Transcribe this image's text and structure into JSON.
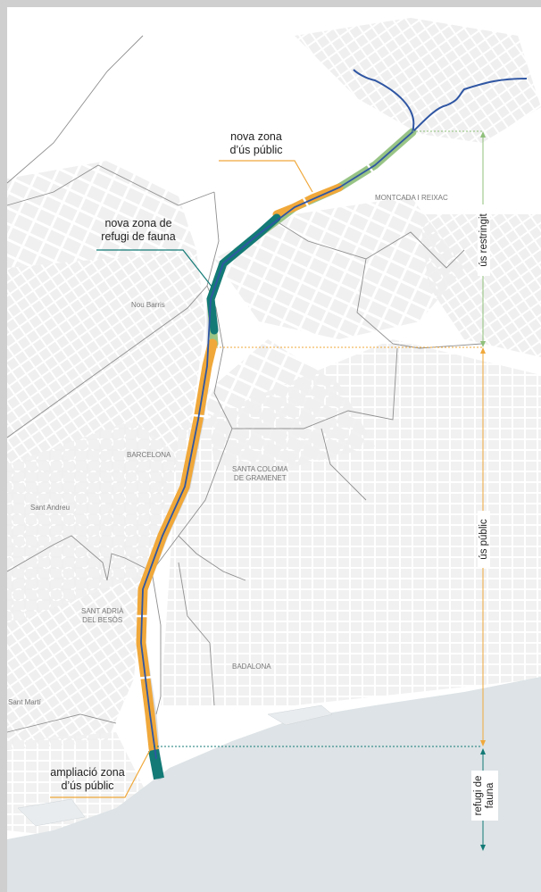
{
  "colors": {
    "water": "#dde3e6",
    "river": "#2f56a3",
    "restricted_use": "#8fc07a",
    "public_use": "#f0a83a",
    "fauna_refuge": "#137a76",
    "gray_frame": "#c9c9c9"
  },
  "callouts": {
    "new_public_zone": [
      "nova zona",
      "d’ús públic"
    ],
    "new_fauna_refuge": [
      "nova zona de",
      "refugi de fauna"
    ],
    "public_zone_extension": [
      "ampliació zona",
      "d’ús públic"
    ]
  },
  "districts": {
    "montcada": "MONTCADA I REIXAC",
    "nou_barris": "Nou Barris",
    "barcelona": "BARCELONA",
    "santa_coloma": [
      "SANTA COLOMA",
      "DE GRAMENET"
    ],
    "sant_andreu": "Sant Andreu",
    "sant_adria": [
      "SANT ADRIÀ",
      "DEL BESÒS"
    ],
    "badalona": "BADALONA",
    "sant_marti": "Sant Martí"
  },
  "zone_legend": {
    "restricted": "ús restringit",
    "public": "ús públic",
    "refuge": [
      "refugi de",
      "fauna"
    ]
  }
}
